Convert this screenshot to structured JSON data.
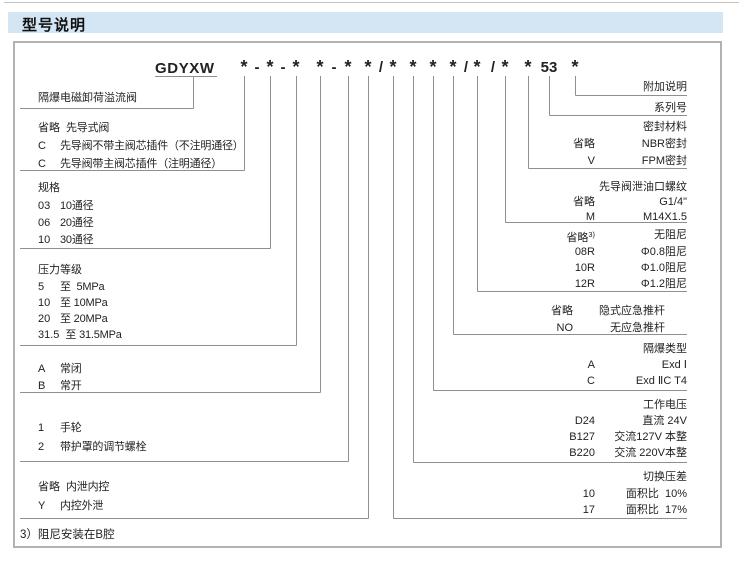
{
  "header": {
    "title": "型号说明"
  },
  "model_code": {
    "prefix": "GDYXW",
    "tokens": [
      "*",
      "-",
      "*",
      "-",
      "*",
      "*",
      "-",
      "*",
      "*",
      "/",
      "*",
      "*",
      "*",
      "*",
      "/",
      "*",
      "/",
      "*",
      "*",
      "53",
      "*"
    ],
    "series_number": "53"
  },
  "left_groups": [
    {
      "name": "valve-name",
      "rows": [
        {
          "title": "隔爆电磁卸荷溢流阀"
        }
      ]
    },
    {
      "name": "pilot-valve-type",
      "rows": [
        {
          "code": "省略",
          "desc": "先导式阀"
        },
        {
          "code": "C",
          "desc": "先导阀不带主阀芯插件（不注明通径）"
        },
        {
          "code": "C",
          "desc": "先导阀带主阀芯插件（注明通径）"
        }
      ]
    },
    {
      "name": "size",
      "rows": [
        {
          "title": "规格"
        },
        {
          "code": "03",
          "desc": "10通径"
        },
        {
          "code": "06",
          "desc": "20通径"
        },
        {
          "code": "10",
          "desc": "30通径"
        }
      ]
    },
    {
      "name": "pressure-grade",
      "rows": [
        {
          "title": "压力等级"
        },
        {
          "code": "5",
          "desc": "至  5MPa"
        },
        {
          "code": "10",
          "desc": "至 10MPa"
        },
        {
          "code": "20",
          "desc": "至 20MPa"
        },
        {
          "code": "31.5",
          "desc": "至 31.5MPa"
        }
      ]
    },
    {
      "name": "normal-state",
      "rows": [
        {
          "code": "A",
          "desc": "常闭"
        },
        {
          "code": "B",
          "desc": "常开"
        }
      ]
    },
    {
      "name": "adjustment-type",
      "rows": [
        {
          "code": "1",
          "desc": "手轮"
        },
        {
          "code": "2",
          "desc": "带护罩的调节螺栓"
        }
      ]
    },
    {
      "name": "drain-control",
      "rows": [
        {
          "code": "省略",
          "desc": "内泄内控"
        },
        {
          "code": "Y",
          "desc": "内控外泄"
        }
      ]
    }
  ],
  "right_groups": [
    {
      "name": "additional-notes",
      "rows": [
        {
          "title": "附加说明"
        }
      ]
    },
    {
      "name": "series-number",
      "rows": [
        {
          "title": "系列号"
        }
      ]
    },
    {
      "name": "seal-material",
      "rows": [
        {
          "title": "密封材料"
        },
        {
          "code": "省略",
          "desc": "NBR密封"
        },
        {
          "code": "V",
          "desc": "FPM密封"
        }
      ]
    },
    {
      "name": "pilot-drain-port-thread",
      "rows": [
        {
          "title": "先导阀泄油口螺纹"
        },
        {
          "code": "省略",
          "desc": "G1/4\""
        },
        {
          "code": "M",
          "desc": "M14X1.5"
        }
      ]
    },
    {
      "name": "damping",
      "rows": [
        {
          "code": "省略",
          "sup": "3)",
          "desc": "无阻尼"
        },
        {
          "code": "08R",
          "desc": "Φ0.8阻尼"
        },
        {
          "code": "10R",
          "desc": "Φ1.0阻尼"
        },
        {
          "code": "12R",
          "desc": "Φ1.2阻尼"
        }
      ]
    },
    {
      "name": "emergency-pushrod",
      "rows": [
        {
          "code": "省略",
          "desc": "隐式应急推杆"
        },
        {
          "code": "NO",
          "desc": "无应急推杆"
        }
      ]
    },
    {
      "name": "explosion-proof-type",
      "rows": [
        {
          "title": "隔爆类型"
        },
        {
          "code": "A",
          "desc": "Exd Ⅰ"
        },
        {
          "code": "C",
          "desc": "Exd ⅡC T4"
        }
      ]
    },
    {
      "name": "working-voltage",
      "rows": [
        {
          "title": "工作电压"
        },
        {
          "code": "D24",
          "desc": "直流 24V"
        },
        {
          "code": "B127",
          "desc": "交流127V 本整"
        },
        {
          "code": "B220",
          "desc": "交流 220V本整"
        }
      ]
    },
    {
      "name": "switching-pressure-diff",
      "rows": [
        {
          "title": "切换压差"
        },
        {
          "code": "10",
          "desc": "面积比  10%"
        },
        {
          "code": "17",
          "desc": "面积比  17%"
        }
      ]
    }
  ],
  "footnote": "3）阻尼安装在B腔",
  "colors": {
    "header_bg": "#d4e6f3",
    "line": "#8f8f8f",
    "text": "#262626",
    "box_border": "#b2b2b2"
  }
}
